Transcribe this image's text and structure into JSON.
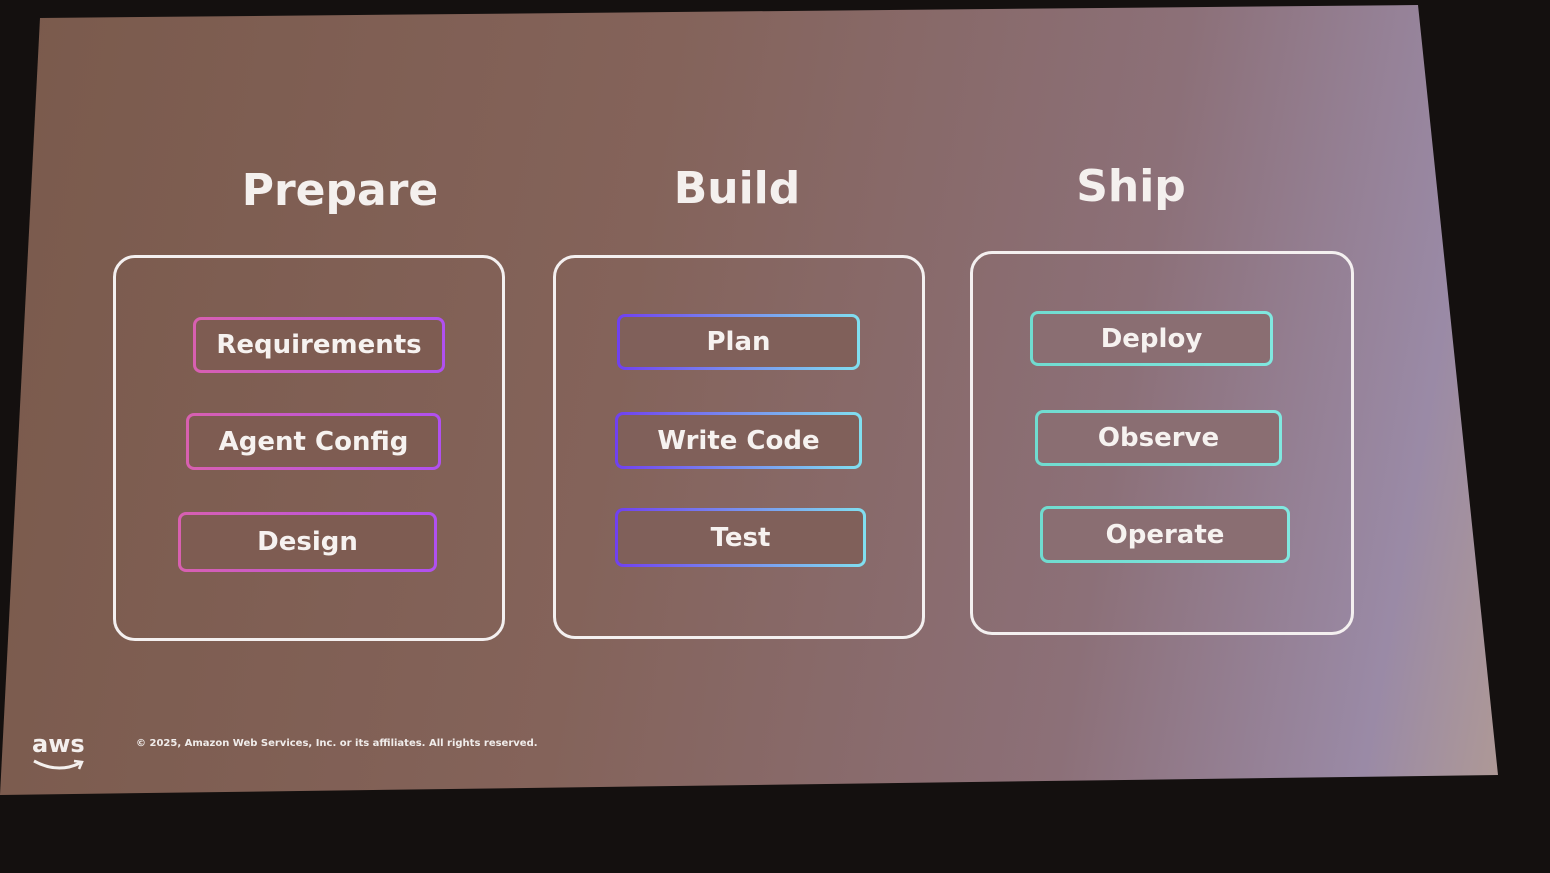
{
  "columns": [
    {
      "title": "Prepare",
      "items": [
        "Requirements",
        "Agent Config",
        "Design"
      ]
    },
    {
      "title": "Build",
      "items": [
        "Plan",
        "Write Code",
        "Test"
      ]
    },
    {
      "title": "Ship",
      "items": [
        "Deploy",
        "Observe",
        "Operate"
      ]
    }
  ],
  "footer": {
    "logo": "aws",
    "copyright": "© 2025, Amazon Web Services, Inc. or its affiliates. All rights reserved."
  },
  "colors": {
    "prepare": "#d860b0",
    "build": "#7040f0",
    "ship": "#70dcd0"
  }
}
